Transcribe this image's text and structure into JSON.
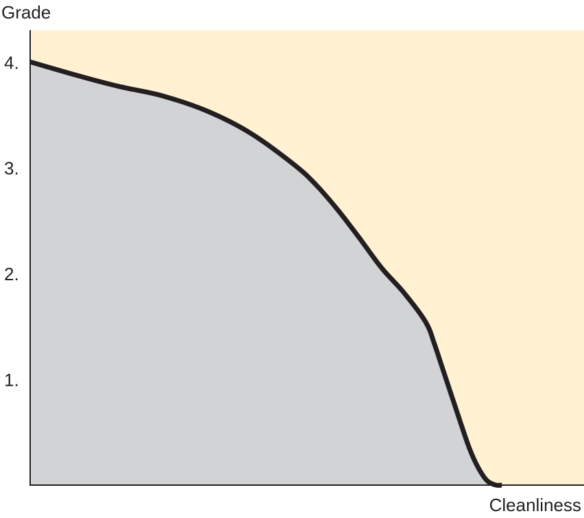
{
  "chart_data": {
    "type": "area",
    "xlabel": "Cleanliness",
    "ylabel": "Grade",
    "ylim": [
      0,
      4.3
    ],
    "xlim": [
      0,
      100
    ],
    "y_ticks": [
      {
        "value": 1,
        "label": "1."
      },
      {
        "value": 2,
        "label": "2."
      },
      {
        "value": 3,
        "label": "3."
      },
      {
        "value": 4,
        "label": "4."
      }
    ],
    "series": [
      {
        "x": [
          0,
          10,
          20,
          30,
          40,
          50,
          60,
          65,
          70,
          75,
          80,
          85,
          90,
          92,
          94,
          96,
          98,
          100,
          102,
          104,
          106,
          107.3
        ],
        "values": [
          4.0,
          3.88,
          3.77,
          3.68,
          3.54,
          3.33,
          3.03,
          2.84,
          2.6,
          2.33,
          2.05,
          1.82,
          1.54,
          1.33,
          1.08,
          0.83,
          0.58,
          0.34,
          0.16,
          0.04,
          0.0,
          0.0
        ]
      }
    ],
    "colors": {
      "background": "#fff1d2",
      "fill": "#d2d3d5",
      "line": "#231f20",
      "axis": "#231f20"
    },
    "grid": false,
    "legend": "none"
  }
}
